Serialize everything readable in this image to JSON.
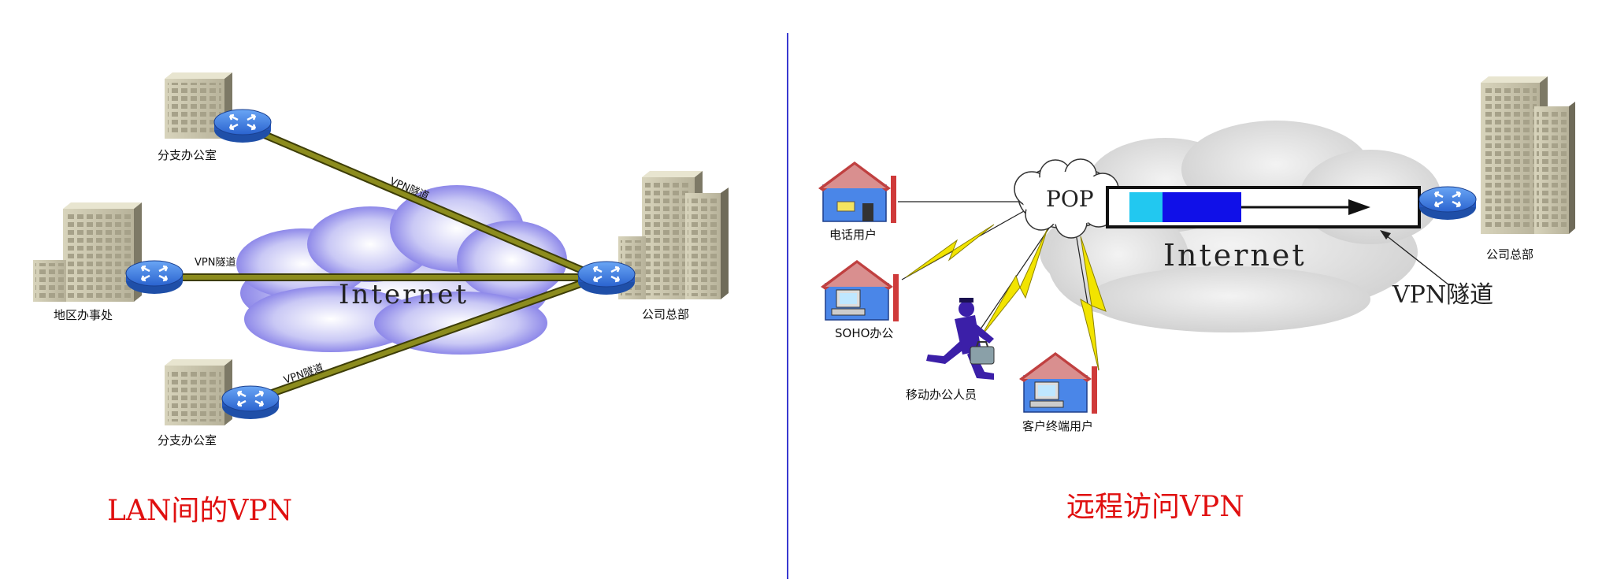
{
  "left_panel": {
    "branch_office_top": "分支办公室",
    "branch_office_bottom": "分支办公室",
    "regional_office": "地区办事处",
    "headquarters": "公司总部",
    "cloud_label": "Internet",
    "tunnel_label": "VPN隧道",
    "caption": "LAN间的VPN"
  },
  "right_panel": {
    "phone_user": "电话用户",
    "soho_office": "SOHO办公",
    "mobile_worker": "移动办公人员",
    "client_user": "客户终端用户",
    "pop_label": "POP",
    "cloud_label": "Internet",
    "tunnel_label": "VPN隧道",
    "headquarters": "公司总部",
    "caption": "远程访问VPN"
  },
  "colors": {
    "caption_red": "#e01010",
    "divider_blue": "#3a3ad0",
    "tunnel_olive": "#7a7a16",
    "router_blue": "#3d7de0",
    "house_blue": "#4a86e8",
    "roof_red": "#c04040",
    "figure_purple": "#3b1fa8"
  }
}
